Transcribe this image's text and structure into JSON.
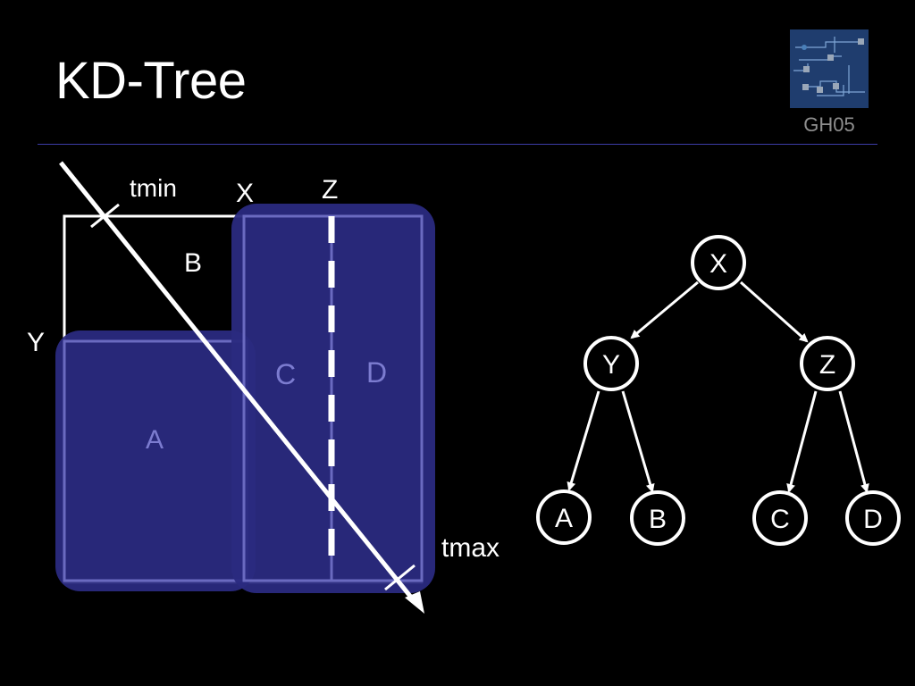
{
  "slide": {
    "title": "KD-Tree",
    "logo_caption": "GH05",
    "logo_icon": "circuit-board-icon",
    "colors": {
      "background": "#000000",
      "rule": "#3c3ca8",
      "region_fill": "#2a2a80",
      "region_text": "#7c7cd0",
      "logo_bg": "#1f3d6e"
    }
  },
  "space": {
    "split_labels": {
      "x": "X",
      "y": "Y",
      "z": "Z"
    },
    "region_labels": {
      "a": "A",
      "b": "B",
      "c": "C",
      "d": "D"
    },
    "ray_labels": {
      "tmin": "tmin",
      "tmax": "tmax"
    }
  },
  "tree": {
    "root": "X",
    "left": "Y",
    "right": "Z",
    "leaves": [
      "A",
      "B",
      "C",
      "D"
    ]
  }
}
